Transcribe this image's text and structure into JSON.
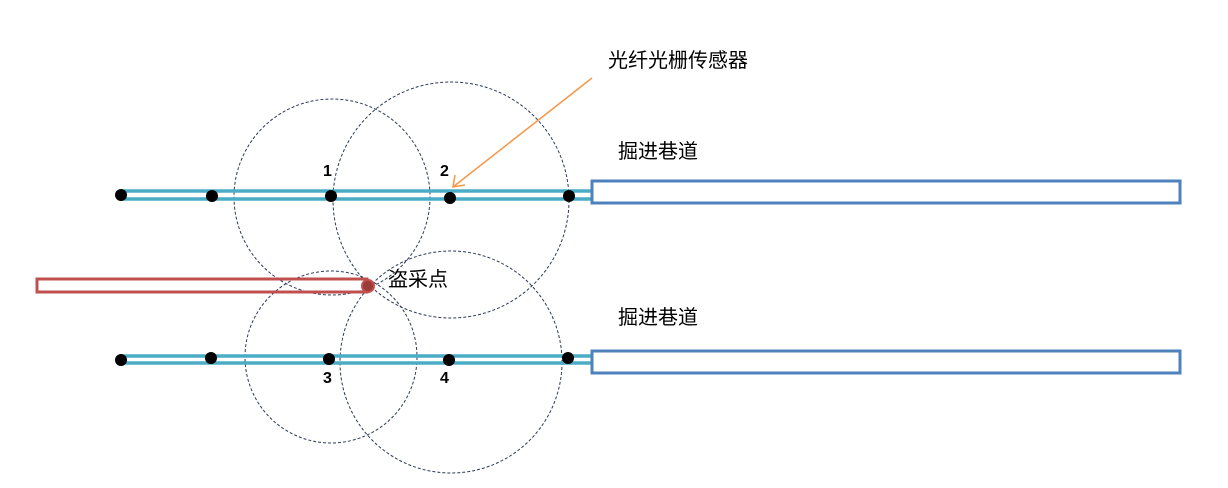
{
  "labels": {
    "sensor": "光纤光栅传感器",
    "tunnel_top": "掘进巷道",
    "tunnel_bottom": "掘进巷道",
    "theft_point": "盗采点"
  },
  "nodes": [
    "1",
    "2",
    "3",
    "4"
  ],
  "colors": {
    "fiber": "#4bacc6",
    "tunnel": "#4f81bd",
    "theft_drift": "#c0504d",
    "arrow": "#f79646",
    "circle": "#1f2f4f"
  }
}
